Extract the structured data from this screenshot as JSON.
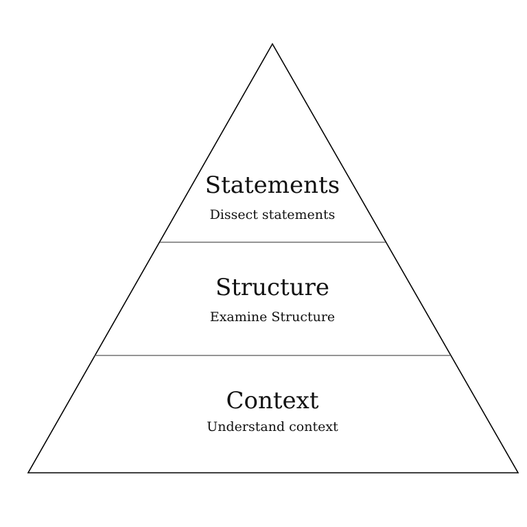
{
  "diagram": {
    "type": "pyramid",
    "stroke_color": "#000000",
    "divider_color": "#555555",
    "background_color": "#ffffff",
    "tiers": [
      {
        "title": "Statements",
        "subtitle": "Dissect statements"
      },
      {
        "title": "Structure",
        "subtitle": "Examine Structure"
      },
      {
        "title": "Context",
        "subtitle": "Understand context"
      }
    ]
  }
}
